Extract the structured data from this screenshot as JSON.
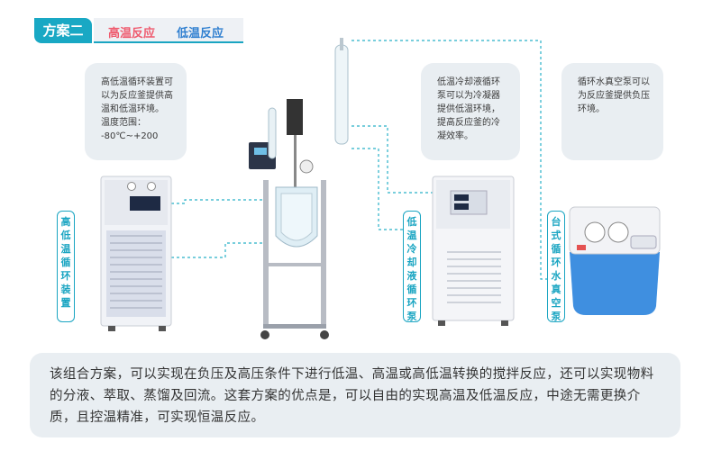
{
  "header": {
    "badge": "方案二",
    "tag_high": "高温反应",
    "tag_low": "低温反应"
  },
  "callouts": {
    "heating_cooling_unit": "高低温循环装置可\n以为反应釜提供高\n温和低温环境。\n温度范围：\n   -80℃~+200",
    "chiller": "低温冷却液循环\n泵可以为冷凝器\n提供低温环境，\n提高反应釜的冷\n凝效率。",
    "vacuum_pump": "循环水真空泵可以\n为反应釜提供负压\n环境。"
  },
  "labels": {
    "heating_cooling_unit": "高低温循环装置",
    "chiller": "低温冷却液循环泵",
    "vacuum_pump": "台式循环水真空泵"
  },
  "description": "该组合方案，可以实现在负压及高压条件下进行低温、高温或高低温转换的搅拌反应，还可以实现物料的分液、萃取、蒸馏及回流。这套方案的优点是，可以自由的实现高温及低温反应，中途无需更换介质，且控温精准，可实现恒温反应。",
  "colors": {
    "accent": "#19a8c4",
    "high": "#ef5a6e",
    "low": "#2f7fd0",
    "panel": "#e9eef2"
  }
}
